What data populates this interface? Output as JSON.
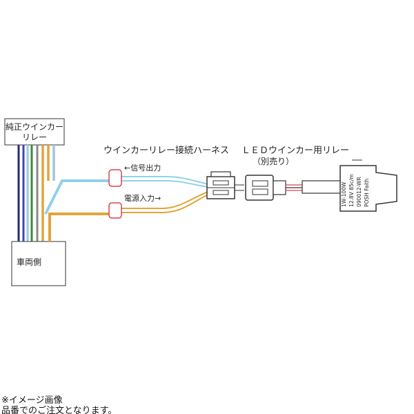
{
  "labels": {
    "stock_relay_line1": "純正ウインカー",
    "stock_relay_line2": "リレー",
    "vehicle_side": "車両側",
    "harness_title": "ウインカーリレー接続ハーネス",
    "signal_output": "←信号出力",
    "power_input": "電源入力→",
    "led_relay_title": "ＬＥＤウインカー用リレー",
    "sold_separately": "（別売り）"
  },
  "relay_module": {
    "line1": "POSH Faith",
    "line2": "090012-WR",
    "line3": "12.8V 85c/m",
    "line4": "1W-100W"
  },
  "notes": {
    "line1": "※イメージ画像",
    "line2": "品番でのご注文となります。"
  },
  "colors": {
    "signal_wire": "#8fd0ea",
    "power_wire": "#e4a33a",
    "connector_marker": "#d94050",
    "bundle": [
      "#2a2a7a",
      "#3a4aa8",
      "#9ec6e0",
      "#3a8a3a",
      "#8a8a8a",
      "#e4a33a"
    ]
  }
}
